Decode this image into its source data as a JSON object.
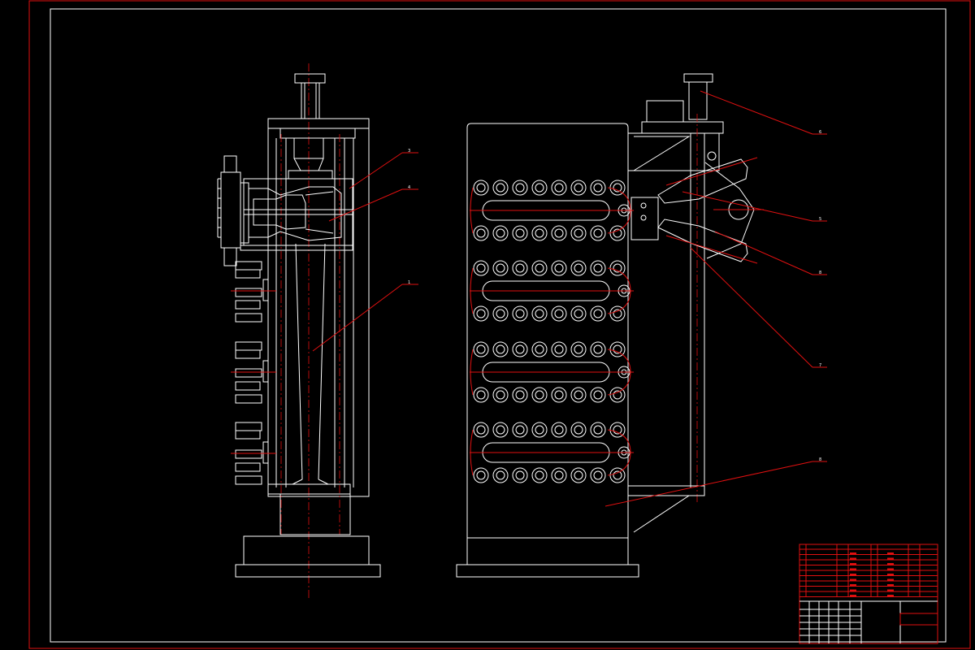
{
  "drawing": {
    "background": "#000000",
    "line_color": "#ffffff",
    "annotation_color": "#e01010"
  },
  "callouts": {
    "left_view": [
      "3",
      "4",
      "1"
    ],
    "right_view": [
      "6",
      "5",
      "8",
      "7",
      "8"
    ]
  },
  "title_block": {
    "drawing_title": "",
    "drawing_number": ""
  }
}
